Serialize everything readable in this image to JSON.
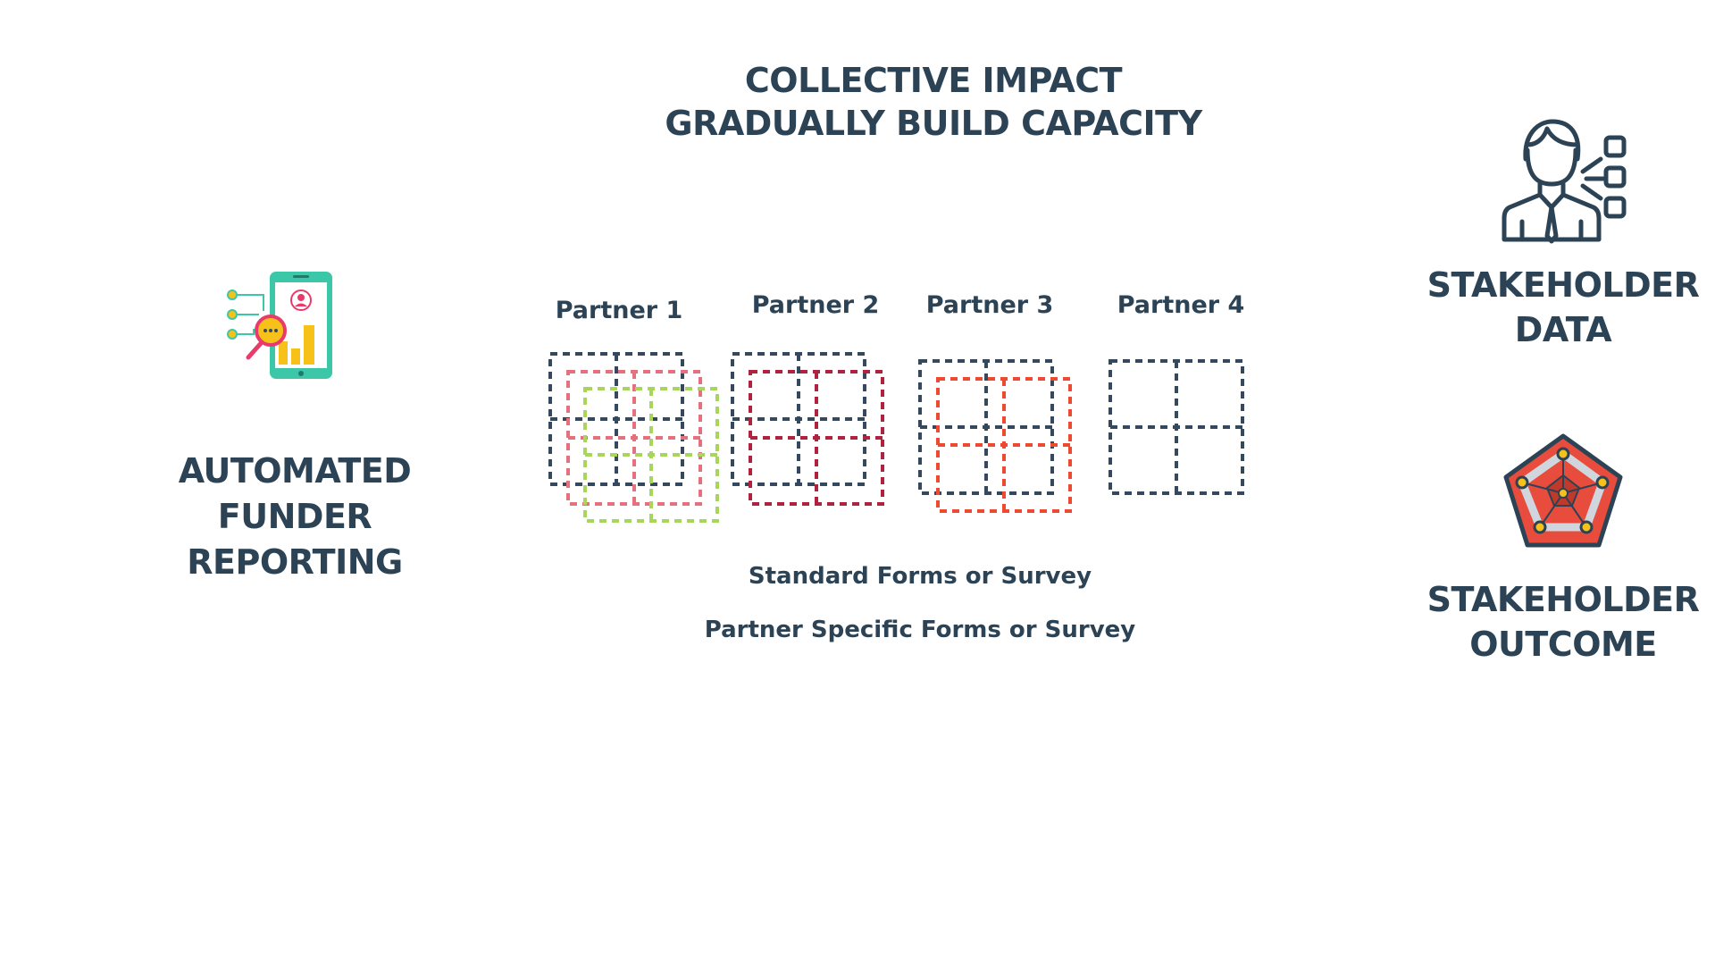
{
  "title": {
    "line1": "COLLECTIVE IMPACT",
    "line2": "GRADUALLY BUILD CAPACITY"
  },
  "left": {
    "icon": "phone-report-icon",
    "lines": [
      "AUTOMATED",
      "FUNDER",
      "REPORTING"
    ]
  },
  "right": {
    "data": {
      "icon": "presenter-icon",
      "lines": [
        "STAKEHOLDER",
        "DATA"
      ]
    },
    "outcome": {
      "icon": "radar-pentagon-icon",
      "lines": [
        "STAKEHOLDER",
        "OUTCOME"
      ]
    }
  },
  "partners": [
    {
      "label": "Partner 1"
    },
    {
      "label": "Partner 2"
    },
    {
      "label": "Partner 3"
    },
    {
      "label": "Partner 4"
    }
  ],
  "legend": {
    "standard": "Standard Forms or Survey",
    "specific": "Partner Specific Forms or Survey"
  },
  "colors": {
    "text": "#2c4356",
    "standard_grid": "#34495e",
    "partner1_a": "#e5707e",
    "partner1_b": "#a8d65a",
    "partner2": "#b0233f",
    "partner3": "#ee4a32",
    "phone": "#3cc7a8",
    "bars": "#f6c21a",
    "magnifier": "#e93a6c",
    "pentagon": "#e84c3d"
  }
}
